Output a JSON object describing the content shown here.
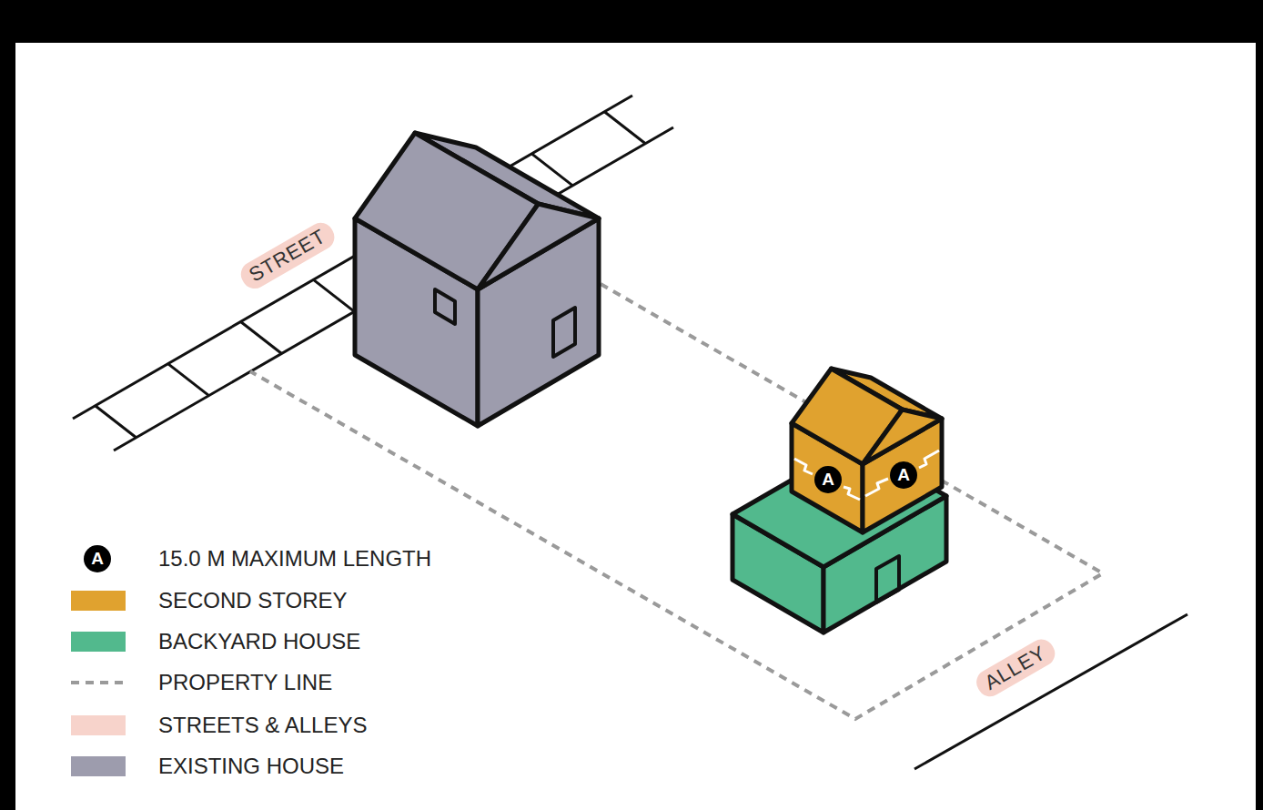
{
  "diagram": {
    "labels": [
      "STREET",
      "A",
      "A",
      "ALLEY",
      "A"
    ],
    "legend": [
      {
        "text": "15.0 M MAXIMUM LENGTH"
      },
      {
        "text": "SECOND STOREY",
        "color": "#e0a22f"
      },
      {
        "text": "BACKYARD HOUSE",
        "color": "#52b98d"
      },
      {
        "text": "PROPERTY LINE"
      },
      {
        "text": "STREETS & ALLEYS",
        "color": "#f7d3cb"
      },
      {
        "text": "EXISTING HOUSE",
        "color": "#9d9cad"
      }
    ]
  }
}
